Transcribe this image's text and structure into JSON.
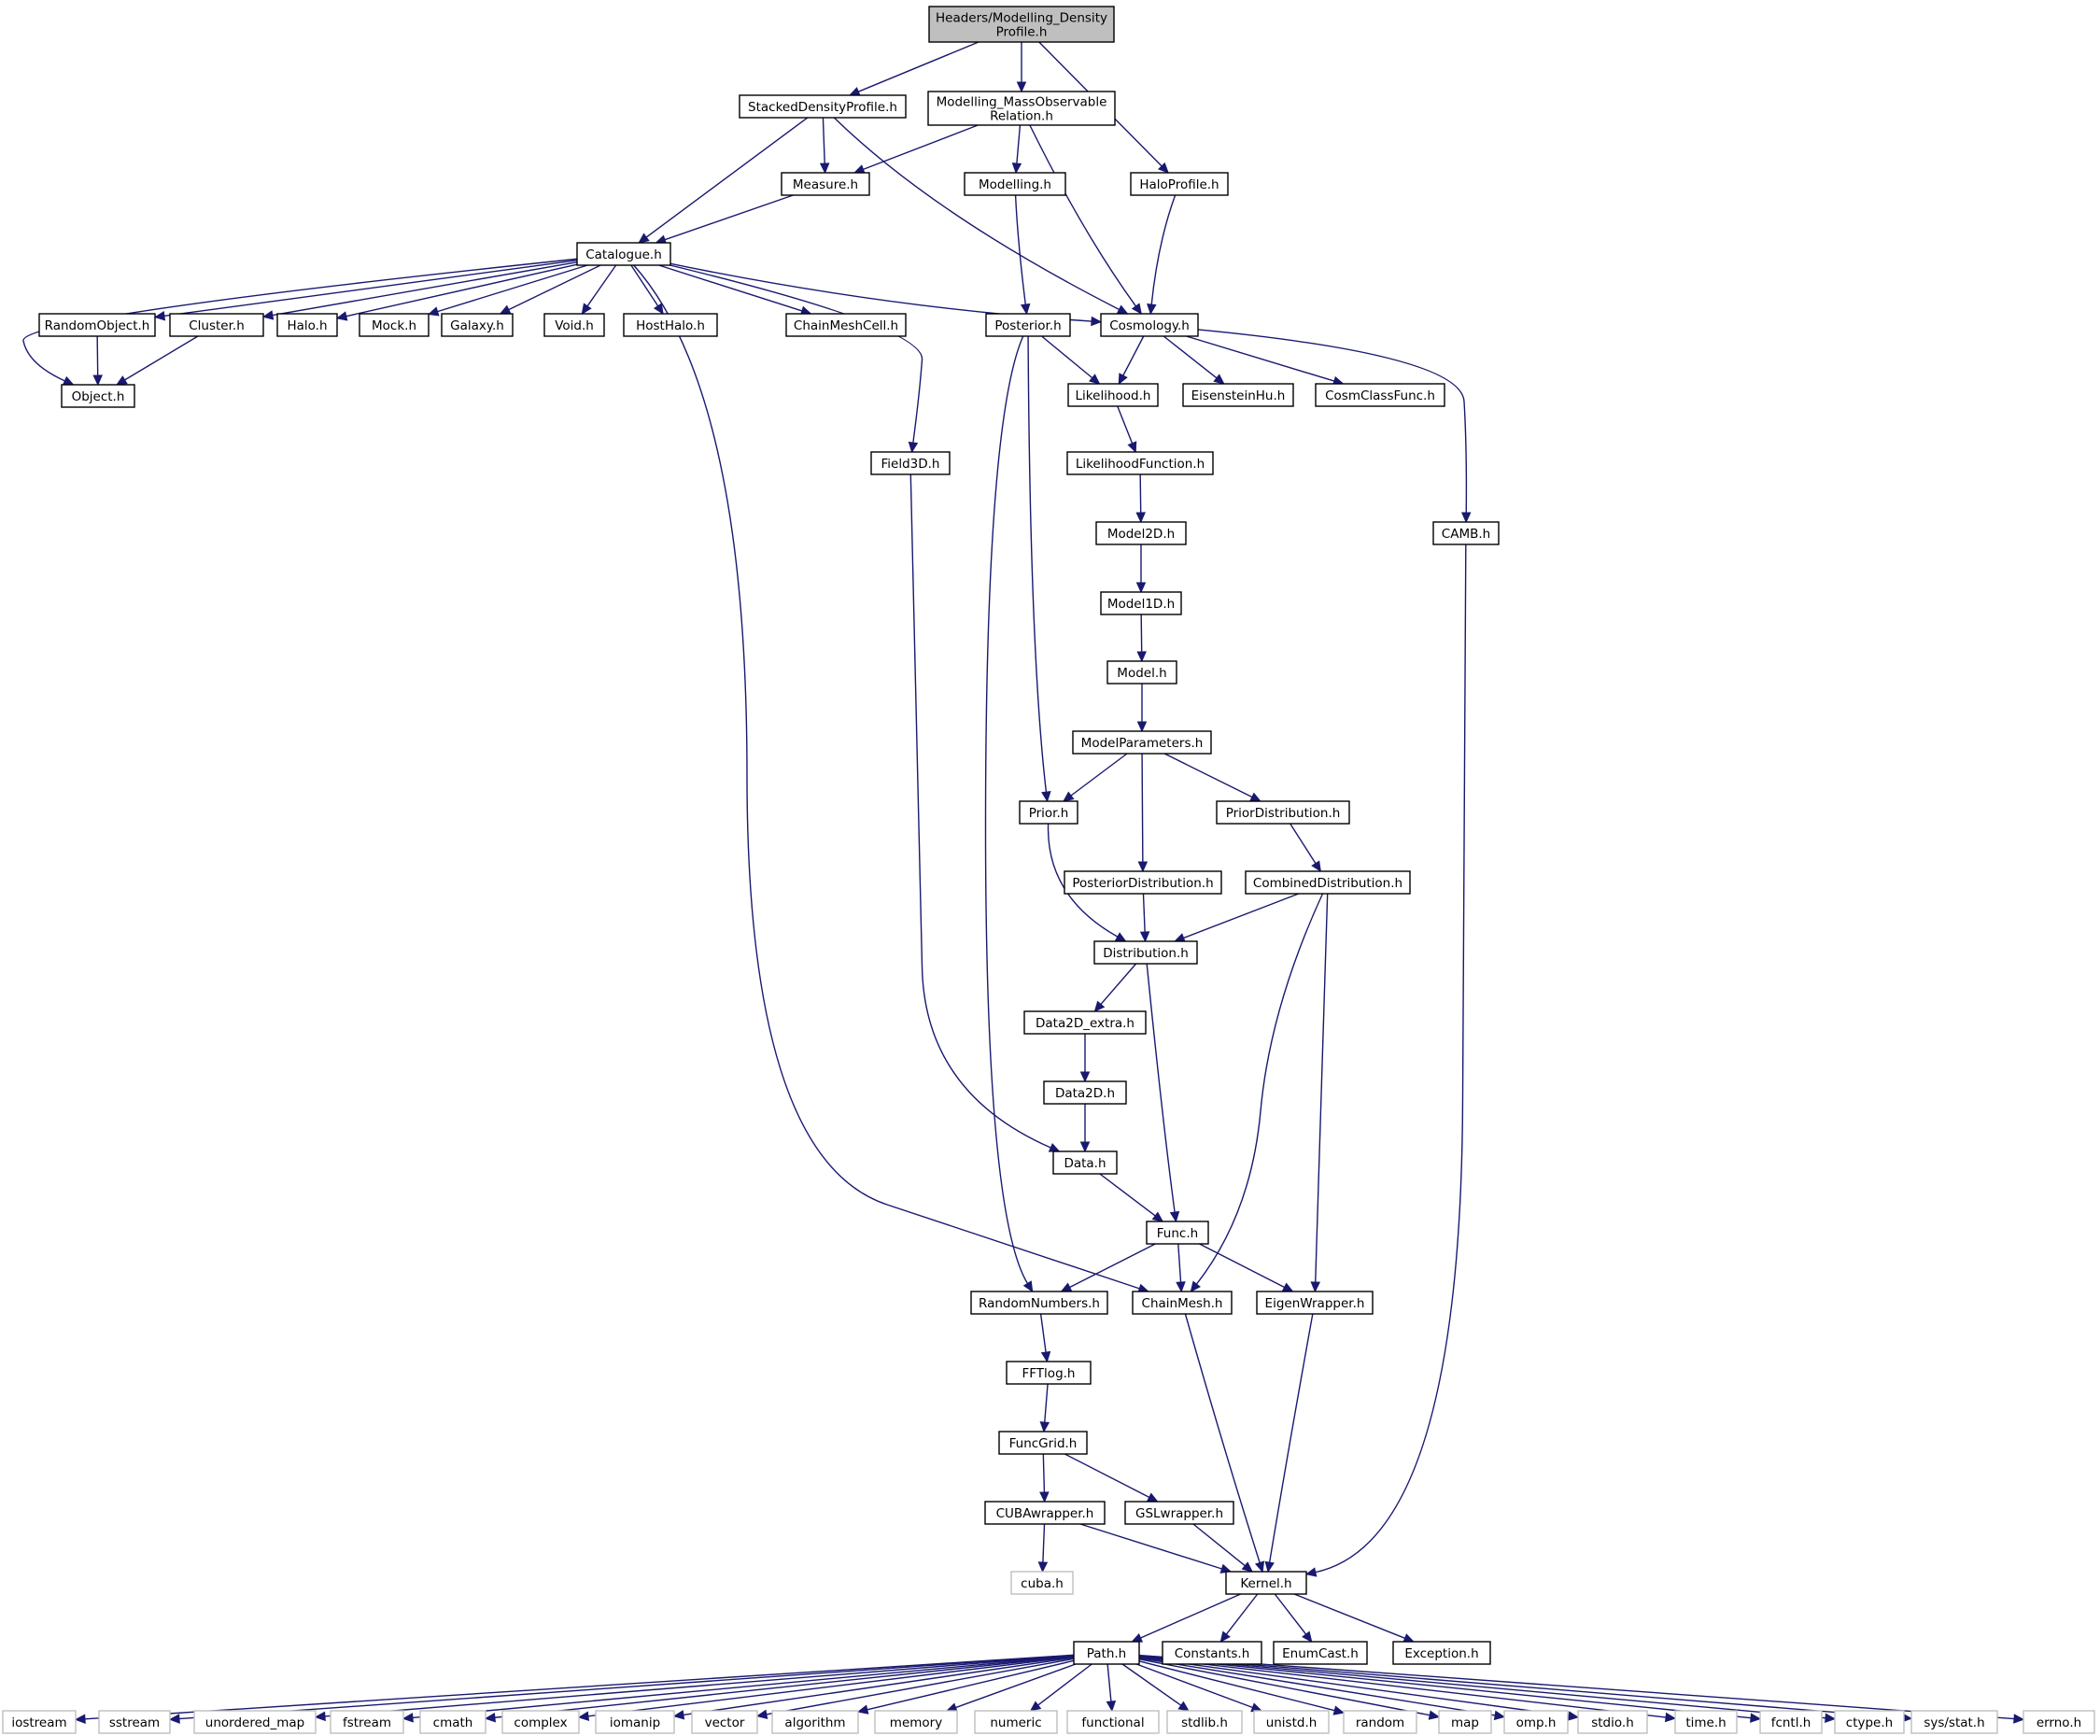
{
  "title": "Headers/Modelling_DensityProfile.h",
  "colors": {
    "edge": "#191970",
    "root_fill": "#bfbfbf",
    "external_border": "#bfbfbf",
    "node_border": "#000000"
  },
  "nodes": [
    {
      "id": "root",
      "label": [
        "Headers/Modelling_Density",
        "Profile.h"
      ],
      "kind": "root"
    },
    {
      "id": "stacked",
      "label": [
        "StackedDensityProfile.h"
      ]
    },
    {
      "id": "massobs",
      "label": [
        "Modelling_MassObservable",
        "Relation.h"
      ]
    },
    {
      "id": "haloprofile",
      "label": [
        "HaloProfile.h"
      ]
    },
    {
      "id": "measure",
      "label": [
        "Measure.h"
      ]
    },
    {
      "id": "modelling",
      "label": [
        "Modelling.h"
      ]
    },
    {
      "id": "catalogue",
      "label": [
        "Catalogue.h"
      ]
    },
    {
      "id": "randomobject",
      "label": [
        "RandomObject.h"
      ]
    },
    {
      "id": "cluster",
      "label": [
        "Cluster.h"
      ]
    },
    {
      "id": "halo",
      "label": [
        "Halo.h"
      ]
    },
    {
      "id": "mock",
      "label": [
        "Mock.h"
      ]
    },
    {
      "id": "galaxy",
      "label": [
        "Galaxy.h"
      ]
    },
    {
      "id": "void",
      "label": [
        "Void.h"
      ]
    },
    {
      "id": "hosthalo",
      "label": [
        "HostHalo.h"
      ]
    },
    {
      "id": "chainmeshcell",
      "label": [
        "ChainMeshCell.h"
      ]
    },
    {
      "id": "posterior",
      "label": [
        "Posterior.h"
      ]
    },
    {
      "id": "cosmology",
      "label": [
        "Cosmology.h"
      ]
    },
    {
      "id": "object",
      "label": [
        "Object.h"
      ]
    },
    {
      "id": "likelihood",
      "label": [
        "Likelihood.h"
      ]
    },
    {
      "id": "eisensteinhu",
      "label": [
        "EisensteinHu.h"
      ]
    },
    {
      "id": "cosmclassfunc",
      "label": [
        "CosmClassFunc.h"
      ]
    },
    {
      "id": "field3d",
      "label": [
        "Field3D.h"
      ]
    },
    {
      "id": "likelihoodfunction",
      "label": [
        "LikelihoodFunction.h"
      ]
    },
    {
      "id": "camb",
      "label": [
        "CAMB.h"
      ]
    },
    {
      "id": "model2d",
      "label": [
        "Model2D.h"
      ]
    },
    {
      "id": "model1d",
      "label": [
        "Model1D.h"
      ]
    },
    {
      "id": "model",
      "label": [
        "Model.h"
      ]
    },
    {
      "id": "modelparameters",
      "label": [
        "ModelParameters.h"
      ]
    },
    {
      "id": "prior",
      "label": [
        "Prior.h"
      ]
    },
    {
      "id": "priordistribution",
      "label": [
        "PriorDistribution.h"
      ]
    },
    {
      "id": "posteriordistribution",
      "label": [
        "PosteriorDistribution.h"
      ]
    },
    {
      "id": "combineddistribution",
      "label": [
        "CombinedDistribution.h"
      ]
    },
    {
      "id": "distribution",
      "label": [
        "Distribution.h"
      ]
    },
    {
      "id": "data2dextra",
      "label": [
        "Data2D_extra.h"
      ]
    },
    {
      "id": "data2d",
      "label": [
        "Data2D.h"
      ]
    },
    {
      "id": "data",
      "label": [
        "Data.h"
      ]
    },
    {
      "id": "func",
      "label": [
        "Func.h"
      ]
    },
    {
      "id": "randomnumbers",
      "label": [
        "RandomNumbers.h"
      ]
    },
    {
      "id": "chainmesh",
      "label": [
        "ChainMesh.h"
      ]
    },
    {
      "id": "eigenwrapper",
      "label": [
        "EigenWrapper.h"
      ]
    },
    {
      "id": "fftlog",
      "label": [
        "FFTlog.h"
      ]
    },
    {
      "id": "funcgrid",
      "label": [
        "FuncGrid.h"
      ]
    },
    {
      "id": "cubawrapper",
      "label": [
        "CUBAwrapper.h"
      ]
    },
    {
      "id": "gslwrapper",
      "label": [
        "GSLwrapper.h"
      ]
    },
    {
      "id": "cuba",
      "label": [
        "cuba.h"
      ],
      "kind": "external"
    },
    {
      "id": "kernel",
      "label": [
        "Kernel.h"
      ]
    },
    {
      "id": "path",
      "label": [
        "Path.h"
      ]
    },
    {
      "id": "constants",
      "label": [
        "Constants.h"
      ]
    },
    {
      "id": "enumcast",
      "label": [
        "EnumCast.h"
      ]
    },
    {
      "id": "exception",
      "label": [
        "Exception.h"
      ]
    },
    {
      "id": "iostream",
      "label": [
        "iostream"
      ],
      "kind": "external"
    },
    {
      "id": "sstream",
      "label": [
        "sstream"
      ],
      "kind": "external"
    },
    {
      "id": "unordered_map",
      "label": [
        "unordered_map"
      ],
      "kind": "external"
    },
    {
      "id": "fstream",
      "label": [
        "fstream"
      ],
      "kind": "external"
    },
    {
      "id": "cmath",
      "label": [
        "cmath"
      ],
      "kind": "external"
    },
    {
      "id": "complex",
      "label": [
        "complex"
      ],
      "kind": "external"
    },
    {
      "id": "iomanip",
      "label": [
        "iomanip"
      ],
      "kind": "external"
    },
    {
      "id": "vector",
      "label": [
        "vector"
      ],
      "kind": "external"
    },
    {
      "id": "algorithm",
      "label": [
        "algorithm"
      ],
      "kind": "external"
    },
    {
      "id": "memory",
      "label": [
        "memory"
      ],
      "kind": "external"
    },
    {
      "id": "numeric",
      "label": [
        "numeric"
      ],
      "kind": "external"
    },
    {
      "id": "functional",
      "label": [
        "functional"
      ],
      "kind": "external"
    },
    {
      "id": "stdlib",
      "label": [
        "stdlib.h"
      ],
      "kind": "external"
    },
    {
      "id": "unistd",
      "label": [
        "unistd.h"
      ],
      "kind": "external"
    },
    {
      "id": "random",
      "label": [
        "random"
      ],
      "kind": "external"
    },
    {
      "id": "map",
      "label": [
        "map"
      ],
      "kind": "external"
    },
    {
      "id": "omp",
      "label": [
        "omp.h"
      ],
      "kind": "external"
    },
    {
      "id": "stdio",
      "label": [
        "stdio.h"
      ],
      "kind": "external"
    },
    {
      "id": "time",
      "label": [
        "time.h"
      ],
      "kind": "external"
    },
    {
      "id": "fcntl",
      "label": [
        "fcntl.h"
      ],
      "kind": "external"
    },
    {
      "id": "ctype",
      "label": [
        "ctype.h"
      ],
      "kind": "external"
    },
    {
      "id": "sysstat",
      "label": [
        "sys/stat.h"
      ],
      "kind": "external"
    },
    {
      "id": "errno",
      "label": [
        "errno.h"
      ],
      "kind": "external"
    }
  ],
  "edges": [
    [
      "root",
      "stacked"
    ],
    [
      "root",
      "massobs"
    ],
    [
      "root",
      "haloprofile"
    ],
    [
      "stacked",
      "measure"
    ],
    [
      "stacked",
      "catalogue"
    ],
    [
      "stacked",
      "cosmology"
    ],
    [
      "massobs",
      "measure"
    ],
    [
      "massobs",
      "modelling"
    ],
    [
      "massobs",
      "cosmology"
    ],
    [
      "haloprofile",
      "cosmology"
    ],
    [
      "measure",
      "catalogue"
    ],
    [
      "modelling",
      "posterior"
    ],
    [
      "catalogue",
      "object"
    ],
    [
      "catalogue",
      "randomobject"
    ],
    [
      "catalogue",
      "cluster"
    ],
    [
      "catalogue",
      "halo"
    ],
    [
      "catalogue",
      "mock"
    ],
    [
      "catalogue",
      "galaxy"
    ],
    [
      "catalogue",
      "void"
    ],
    [
      "catalogue",
      "hosthalo"
    ],
    [
      "catalogue",
      "chainmeshcell"
    ],
    [
      "catalogue",
      "field3d"
    ],
    [
      "catalogue",
      "cosmology"
    ],
    [
      "catalogue",
      "chainmesh"
    ],
    [
      "randomobject",
      "object"
    ],
    [
      "cluster",
      "object"
    ],
    [
      "posterior",
      "likelihood"
    ],
    [
      "posterior",
      "prior"
    ],
    [
      "posterior",
      "randomnumbers"
    ],
    [
      "cosmology",
      "likelihood"
    ],
    [
      "cosmology",
      "eisensteinhu"
    ],
    [
      "cosmology",
      "cosmclassfunc"
    ],
    [
      "cosmology",
      "camb"
    ],
    [
      "likelihood",
      "likelihoodfunction"
    ],
    [
      "likelihoodfunction",
      "model2d"
    ],
    [
      "model2d",
      "model1d"
    ],
    [
      "model1d",
      "model"
    ],
    [
      "model",
      "modelparameters"
    ],
    [
      "modelparameters",
      "prior"
    ],
    [
      "modelparameters",
      "posteriordistribution"
    ],
    [
      "modelparameters",
      "priordistribution"
    ],
    [
      "priordistribution",
      "combineddistribution"
    ],
    [
      "prior",
      "distribution"
    ],
    [
      "posteriordistribution",
      "distribution"
    ],
    [
      "combineddistribution",
      "distribution"
    ],
    [
      "combineddistribution",
      "chainmesh"
    ],
    [
      "combineddistribution",
      "eigenwrapper"
    ],
    [
      "distribution",
      "data2dextra"
    ],
    [
      "distribution",
      "func"
    ],
    [
      "data2dextra",
      "data2d"
    ],
    [
      "data2d",
      "data"
    ],
    [
      "field3d",
      "data"
    ],
    [
      "data",
      "func"
    ],
    [
      "func",
      "randomnumbers"
    ],
    [
      "func",
      "chainmesh"
    ],
    [
      "func",
      "eigenwrapper"
    ],
    [
      "randomnumbers",
      "fftlog"
    ],
    [
      "fftlog",
      "funcgrid"
    ],
    [
      "funcgrid",
      "cubawrapper"
    ],
    [
      "funcgrid",
      "gslwrapper"
    ],
    [
      "cubawrapper",
      "cuba"
    ],
    [
      "cubawrapper",
      "kernel"
    ],
    [
      "gslwrapper",
      "kernel"
    ],
    [
      "chainmesh",
      "kernel"
    ],
    [
      "eigenwrapper",
      "kernel"
    ],
    [
      "camb",
      "kernel"
    ],
    [
      "kernel",
      "path"
    ],
    [
      "kernel",
      "constants"
    ],
    [
      "kernel",
      "enumcast"
    ],
    [
      "kernel",
      "exception"
    ],
    [
      "path",
      "iostream"
    ],
    [
      "path",
      "sstream"
    ],
    [
      "path",
      "unordered_map"
    ],
    [
      "path",
      "fstream"
    ],
    [
      "path",
      "cmath"
    ],
    [
      "path",
      "complex"
    ],
    [
      "path",
      "iomanip"
    ],
    [
      "path",
      "vector"
    ],
    [
      "path",
      "algorithm"
    ],
    [
      "path",
      "memory"
    ],
    [
      "path",
      "numeric"
    ],
    [
      "path",
      "functional"
    ],
    [
      "path",
      "stdlib"
    ],
    [
      "path",
      "unistd"
    ],
    [
      "path",
      "random"
    ],
    [
      "path",
      "map"
    ],
    [
      "path",
      "omp"
    ],
    [
      "path",
      "stdio"
    ],
    [
      "path",
      "time"
    ],
    [
      "path",
      "fcntl"
    ],
    [
      "path",
      "ctype"
    ],
    [
      "path",
      "sysstat"
    ],
    [
      "path",
      "errno"
    ]
  ]
}
